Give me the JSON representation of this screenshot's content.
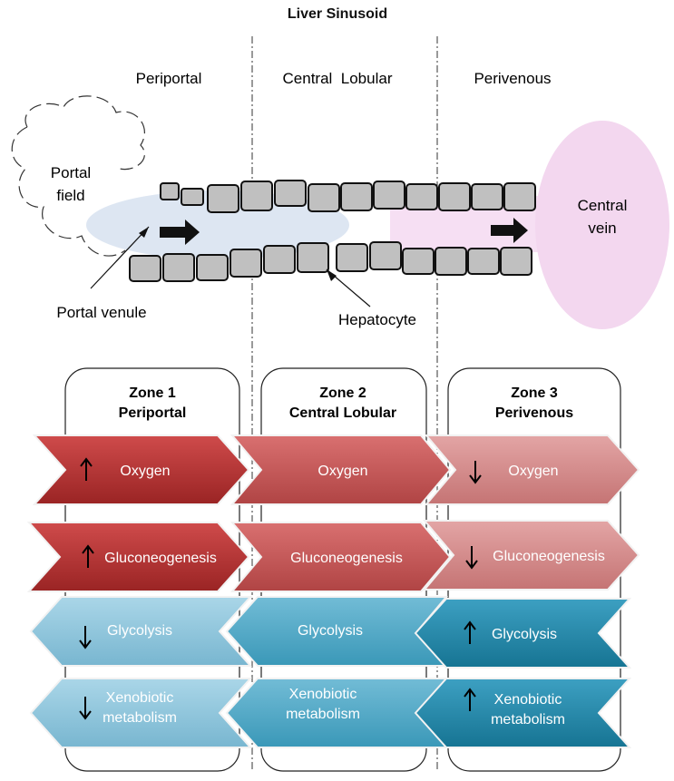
{
  "title": "Liver Sinusoid",
  "regions": {
    "periportal": "Periportal",
    "central_lobular": "Central  Lobular",
    "perivenous": "Perivenous"
  },
  "labels": {
    "portal_field_1": "Portal",
    "portal_field_2": "field",
    "central_vein_1": "Central",
    "central_vein_2": "vein",
    "portal_venule": "Portal venule",
    "hepatocyte": "Hepatocyte"
  },
  "zones": [
    {
      "title": "Zone 1",
      "subtitle": "Periportal"
    },
    {
      "title": "Zone 2",
      "subtitle": "Central Lobular"
    },
    {
      "title": "Zone 3",
      "subtitle": "Perivenous"
    }
  ],
  "rows": [
    {
      "label": "Oxygen",
      "levels": [
        "up",
        "",
        "down"
      ]
    },
    {
      "label": "Gluconeogenesis",
      "levels": [
        "up",
        "",
        "down"
      ]
    },
    {
      "label": "Glycolysis",
      "levels": [
        "down",
        "",
        "up"
      ]
    },
    {
      "label_line1": "Xenobiotic",
      "label_line2": "metabolism",
      "levels": [
        "down",
        "",
        "up"
      ]
    }
  ],
  "colors": {
    "red_dark": "#b03030",
    "red_mid": "#c85454",
    "red_light": "#d68a8a",
    "blue_light": "#8fc4dc",
    "blue_mid": "#4ea8c6",
    "blue_dark": "#1f87a8",
    "portal_blue": "#dde6f2",
    "central_pink": "#f3d7ef",
    "hepatocyte": "#c0c0c0"
  },
  "icons": [
    "arrow-up-icon",
    "arrow-down-icon",
    "flow-arrow-icon"
  ]
}
